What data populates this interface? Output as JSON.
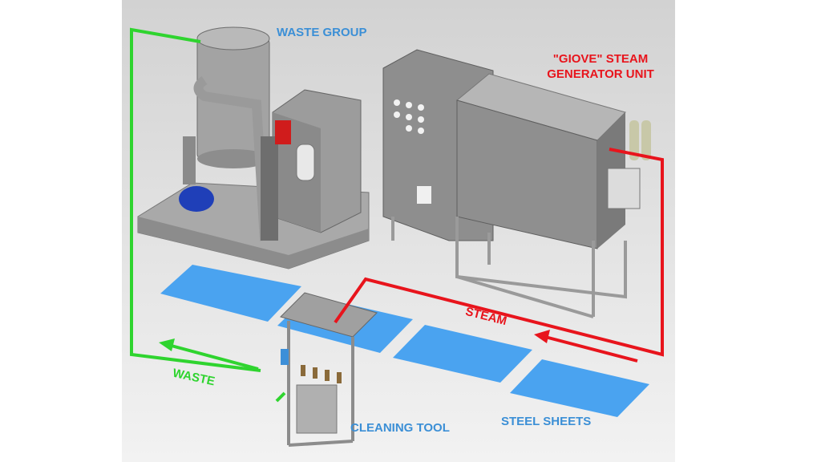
{
  "labels": {
    "waste_group": "WASTE GROUP",
    "steam_generator_line1": "\"GIOVE\" STEAM",
    "steam_generator_line2": "GENERATOR UNIT",
    "steam": "STEAM",
    "waste": "WASTE",
    "cleaning_tool": "CLEANING TOOL",
    "steel_sheets": "STEEL SHEETS"
  },
  "colors": {
    "blue_label": "#3b8fd6",
    "red_flow": "#e8141c",
    "green_flow": "#2fd42f",
    "sheet_blue": "#4aa3f0"
  }
}
